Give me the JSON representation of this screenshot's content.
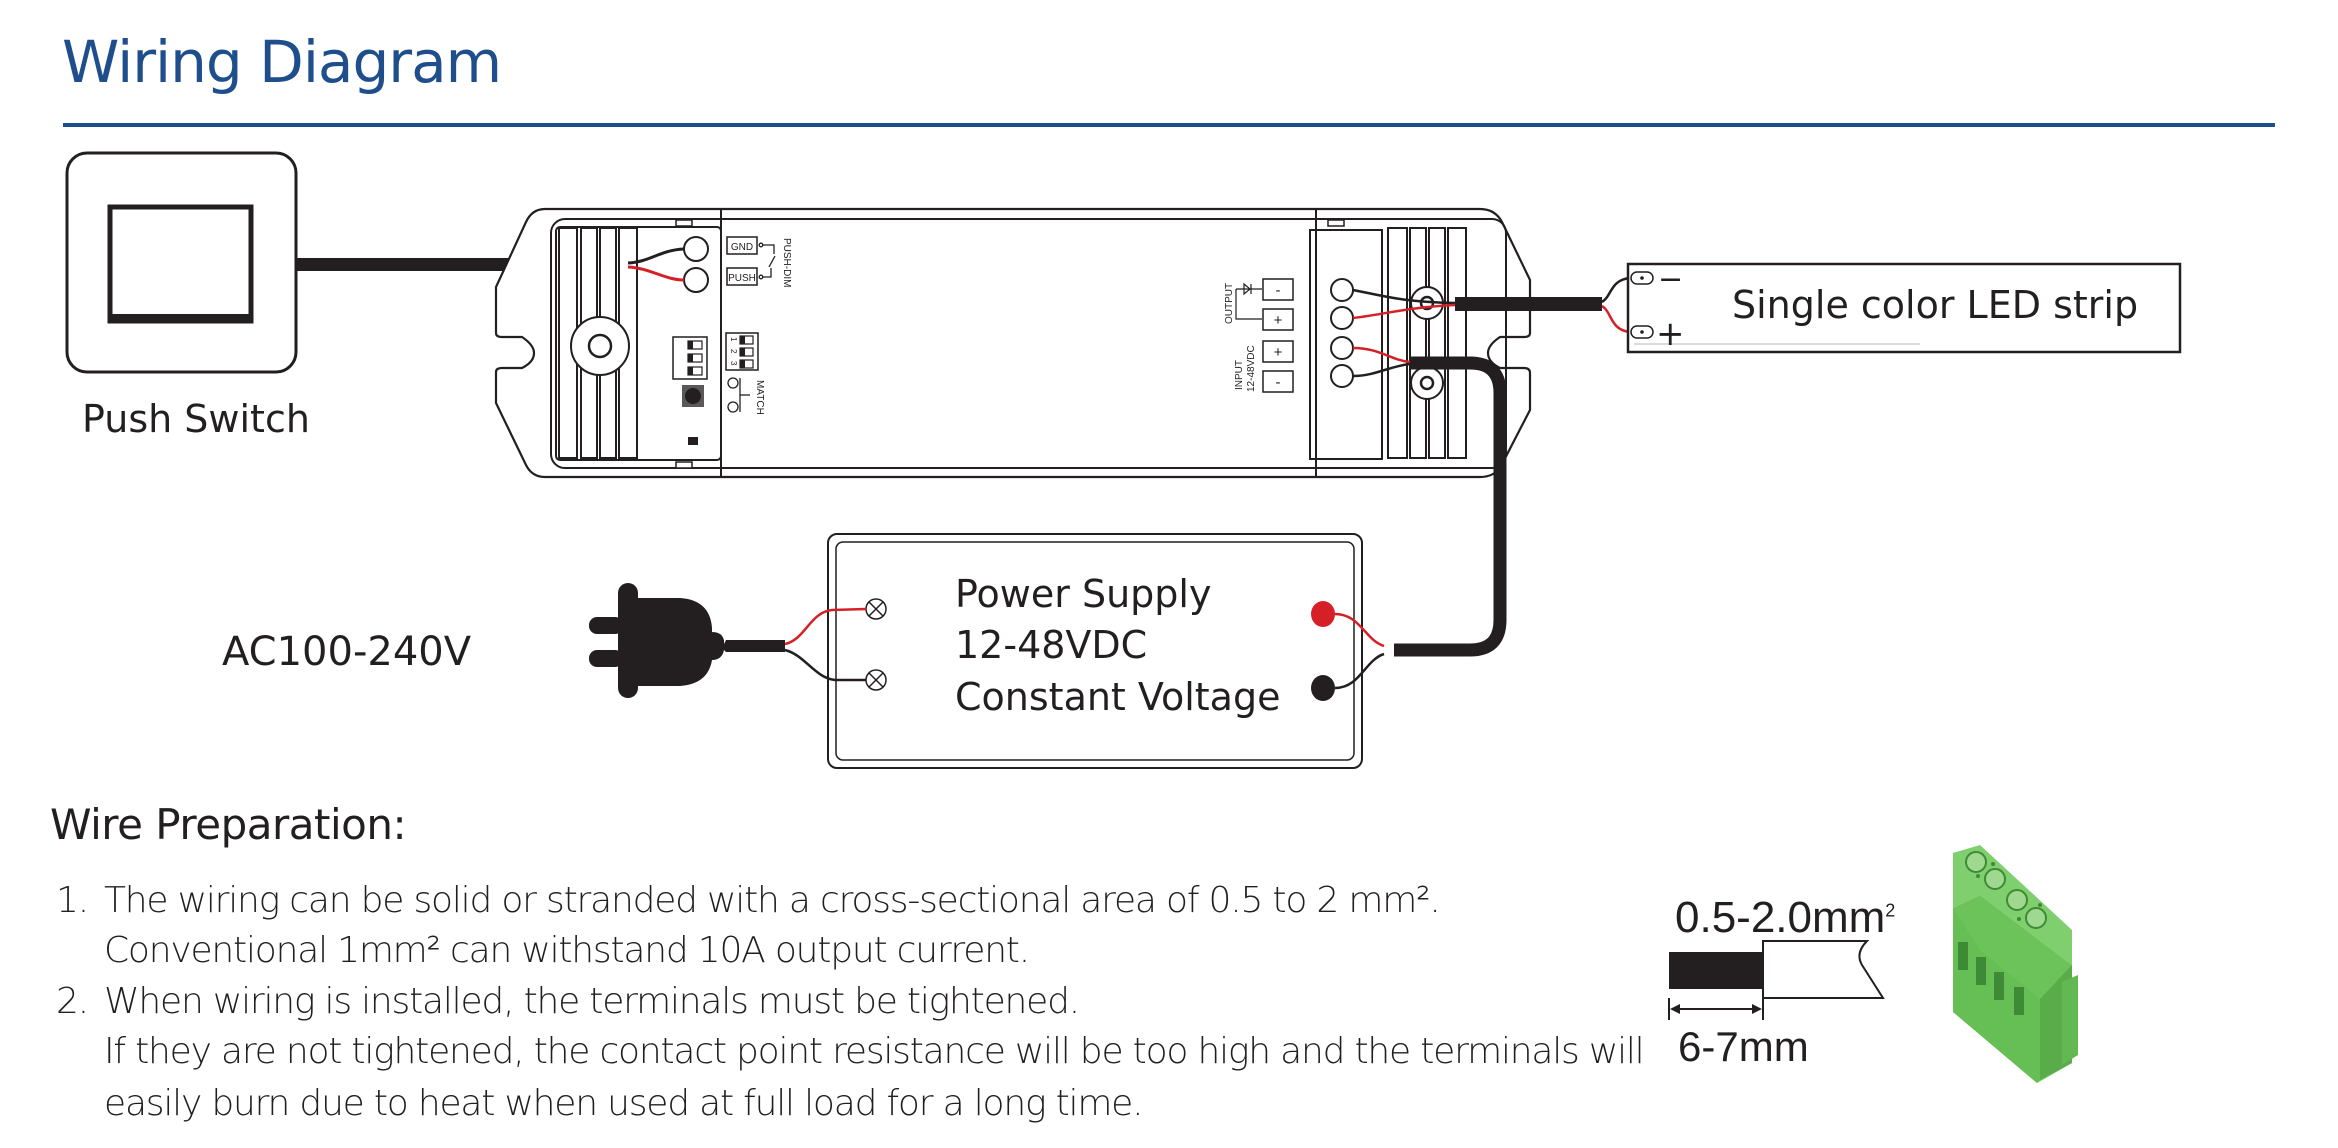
{
  "header": {
    "title": "Wiring Diagram",
    "accent_color": "#1f4e8c"
  },
  "diagram": {
    "push_switch": {
      "label": "Push Switch"
    },
    "controller": {
      "push_dim_label": "PUSH-DIM",
      "gnd_label": "GND",
      "push_label": "PUSH",
      "dip_numbers": [
        "1",
        "2",
        "3"
      ],
      "match_label": "MATCH",
      "output_label": "OUTPUT",
      "input_label": "INPUT",
      "input_voltage": "12-48VDC",
      "terminal_signs": [
        "-",
        "+",
        "+",
        "-"
      ]
    },
    "led_strip": {
      "label": "Single color LED strip",
      "minus": "−",
      "plus": "+"
    },
    "power_supply": {
      "line1": "Power Supply",
      "line2": "12-48VDC",
      "line3": "Constant Voltage"
    },
    "ac_input": {
      "label": "AC100-240V"
    },
    "wire_colors": {
      "positive": "#d62027",
      "negative": "#231f20"
    }
  },
  "wire_preparation": {
    "heading": "Wire Preparation:",
    "items": [
      {
        "number": "1.",
        "lines": [
          "The wiring can be solid or stranded with a cross-sectional area of 0.5 to 2 mm².",
          "Conventional 1mm² can withstand 10A output current."
        ]
      },
      {
        "number": "2.",
        "lines": [
          "When wiring is installed, the terminals must be tightened.",
          "If they are not tightened, the contact point resistance will be too high and the terminals will",
          "easily burn due to heat when used at full load for a long time."
        ]
      }
    ],
    "strip_diagram": {
      "cross_section": "0.5-2.0mm",
      "cross_section_sup": "2",
      "strip_length": "6-7mm"
    },
    "terminal_block": {
      "color": "#6cc35a",
      "positions": 4
    }
  }
}
